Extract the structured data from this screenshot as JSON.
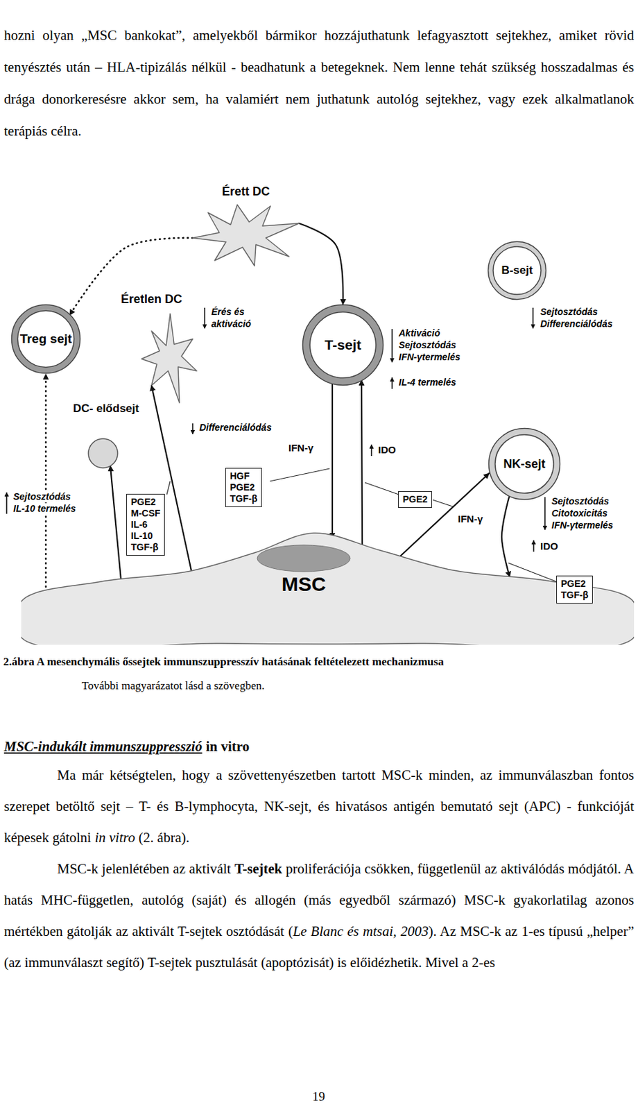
{
  "diagram": {
    "caption": "2.ábra A mesenchymális őssejtek immunszuppresszív hatásának feltételezett mechanizmusa",
    "nodes": [
      {
        "text": [
          "Érett DC"
        ]
      },
      {
        "text": [
          "Éretlen DC"
        ]
      },
      {
        "text": [
          "Treg sejt"
        ]
      },
      {
        "text": [
          "DC- elődsejt"
        ]
      },
      {
        "text": [
          "T-sejt"
        ]
      },
      {
        "text": [
          "B-sejt"
        ]
      },
      {
        "text": [
          "NK-sejt"
        ]
      },
      {
        "text": [
          "MSC"
        ]
      },
      {
        "text": [
          "PGE2",
          "M-CSF",
          "IL-6",
          "IL-10",
          "TGF-β"
        ]
      },
      {
        "text": [
          "HGF",
          "PGE2",
          "TGF-β"
        ]
      },
      {
        "text": [
          "PGE2"
        ]
      },
      {
        "text": [
          "PGE2",
          "TGF-β"
        ]
      }
    ],
    "edges": [
      {
        "from": 0,
        "to": 4,
        "arrow": "to"
      },
      {
        "from": 0,
        "to": 2,
        "arrow": "to"
      },
      {
        "from": 7,
        "to": 2,
        "arrow": "to"
      },
      {
        "from": 7,
        "to": 3,
        "arrow": "to"
      },
      {
        "from": 7,
        "to": 1,
        "arrow": "to"
      },
      {
        "from": 4,
        "to": 7,
        "arrow": "to"
      },
      {
        "from": 7,
        "to": 4,
        "arrow": "to"
      },
      {
        "from": 7,
        "to": 6,
        "arrow": "to"
      },
      {
        "from": 6,
        "to": 7,
        "arrow": "to"
      }
    ],
    "labels": [
      "hozni olyan „MSC bankokat”, amelyekből bármikor hozzájuthatunk lefagyasztott sejtekhez, amiket rövid tenyésztés után – HLA-tipizálás nélkül - beadhatunk a betegeknek. Nem lenne tehát szükség hosszadalmas és drága donorkeresésre akkor sem, ha valamiért nem juthatunk autológ sejtekhez, vagy ezek alkalmatlanok terápiás célra.",
      "Érés és",
      "aktiváció",
      "Aktiváció",
      "Sejtosztódás",
      "IFN-γtermelés",
      "Sejtosztódás",
      "Differenciálódás",
      "IL-4 termelés",
      "Differenciálódás",
      "IFN-γ",
      "IDO",
      "Sejtosztódás",
      "IL-10 termelés",
      "Sejtosztódás",
      "Citotoxicitás",
      "IFN-γtermelés",
      "IFN-γ",
      "IDO",
      "További magyarázatot lásd a szövegben.",
      "MSC-indukált immunszuppresszió",
      "in vitro",
      "Ma már kétségtelen, hogy a szövettenyészetben tartott MSC-k minden, az immunválaszban fontos szerepet betöltő sejt – T- és B-lymphocyta, NK-sejt, és hivatásos antigén bemutató sejt (APC) - funkcióját képesek gátolni",
      "in vitro",
      "(2. ábra).",
      "MSC-k jelenlétében az aktivált",
      "T-sejtek",
      "proliferációja csökken, függetlenül az aktiválódás módjától. A hatás MHC-független, autológ (saját) és allogén (más egyedből származó) MSC-k gyakorlatilag azonos mértékben gátolják az aktivált T-sejtek osztódását (",
      "Le Blanc és mtsai, 2003",
      "). Az MSC-k az 1-es típusú „helper” (az immunválaszt segítő) T-sejtek pusztulását (apoptózisát) is előidézhetik. Mivel a 2-es",
      "19"
    ]
  }
}
